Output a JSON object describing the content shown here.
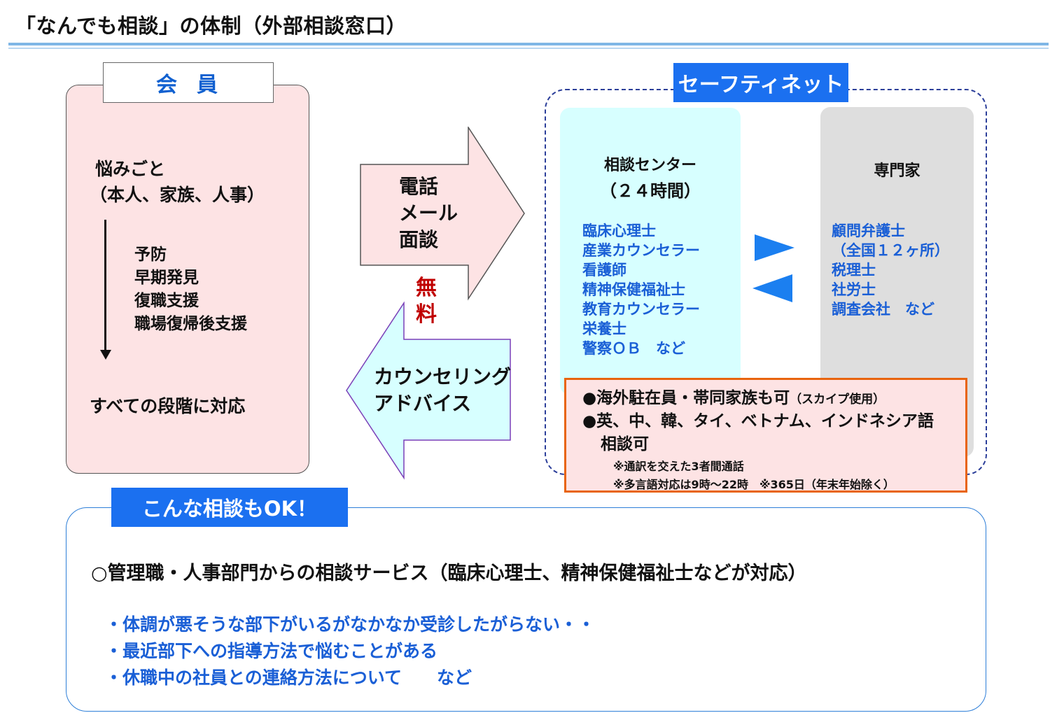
{
  "title": "「なんでも相談」の体制（外部相談窓口）",
  "member": {
    "tab": "会員",
    "worries_label": "悩みごと",
    "worries_sub": "（本人、家族、人事）",
    "stages": [
      "予防",
      "早期発見",
      "復職支援",
      "職場復帰後支援"
    ],
    "all_stages": "すべての段階に対応"
  },
  "channels": {
    "to_center": [
      "電話",
      "メール",
      "面談"
    ],
    "free": [
      "無",
      "料"
    ],
    "to_member": [
      "カウンセリング",
      "アドバイス"
    ]
  },
  "safety_net": {
    "tab": "セーフティネット",
    "center": {
      "title": "相談センター",
      "hours": "（２４時間）",
      "staff": [
        "臨床心理士",
        "産業カウンセラー",
        "看護師",
        "精神保健福祉士",
        "教育カウンセラー",
        "栄養士",
        "警察ＯＢ　など"
      ]
    },
    "experts": {
      "title": "専門家",
      "items": [
        "顧問弁護士",
        "（全国１２ヶ所）",
        "税理士",
        "社労士",
        "調査会社　など"
      ]
    },
    "overseas": {
      "line1_main": "●海外駐在員・帯同家族も可",
      "line1_small": "（スカイプ使用）",
      "line2": "●英、中、韓、タイ、ベトナム、インドネシア語",
      "line3": "相談可",
      "note1": "※通訳を交えた3者間通話",
      "note2": "※多言語対応は9時～22時　※365日（年末年始除く）"
    }
  },
  "bottom": {
    "tab": "こんな相談もOK！",
    "service": "○管理職・人事部門からの相談サービス（臨床心理士、精神保健福祉士などが対応）",
    "examples": [
      "・体調が悪そうな部下がいるがなかなか受診したがらない・・",
      "・最近部下への指導方法で悩むことがある",
      "・休職中の社員との連絡方法について　　など"
    ]
  },
  "colors": {
    "accent_blue": "#1b70f0",
    "text_blue": "#1a5fd6",
    "pink_fill": "#fde3e4",
    "cyan_fill": "#d7ffff",
    "gray_fill": "#dedede",
    "orange_border": "#e8640e",
    "free_red": "#c00000"
  }
}
